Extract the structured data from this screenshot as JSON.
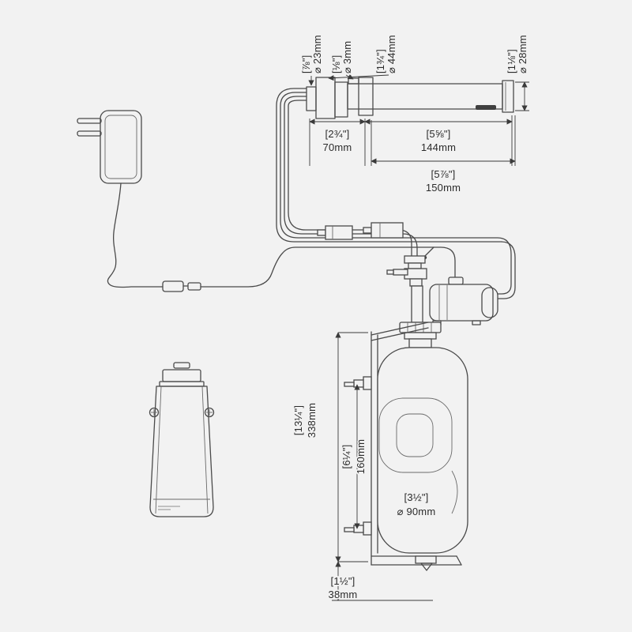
{
  "page": {
    "background": "#f2f2f2",
    "line_color": "#4a4a4a",
    "dim_text_color": "#2b2b2b"
  },
  "dims": {
    "shank": {
      "inch": "[⅞\"]",
      "metric": "⌀ 23mm"
    },
    "sensor_tube": {
      "inch": "[⅛\"]",
      "metric": "⌀ 3mm"
    },
    "escutcheon": {
      "inch": "[1¾\"]",
      "metric": "⌀ 44mm"
    },
    "spout": {
      "inch": "[1⅛\"]",
      "metric": "⌀ 28mm"
    },
    "base_length": {
      "inch": "[2¾\"]",
      "metric": "70mm"
    },
    "reach": {
      "inch": "[5⅝\"]",
      "metric": "144mm"
    },
    "overall_length": {
      "inch": "[5⅞\"]",
      "metric": "150mm"
    },
    "overall_height": {
      "inch": "[13¼\"]",
      "metric": "338mm"
    },
    "mount_spacing": {
      "inch": "[6¼\"]",
      "metric": "160mm"
    },
    "bottle_diameter": {
      "inch": "[3½\"]",
      "metric": "⌀ 90mm"
    },
    "clearance": {
      "inch": "[1½\"]",
      "metric": "38mm"
    }
  }
}
